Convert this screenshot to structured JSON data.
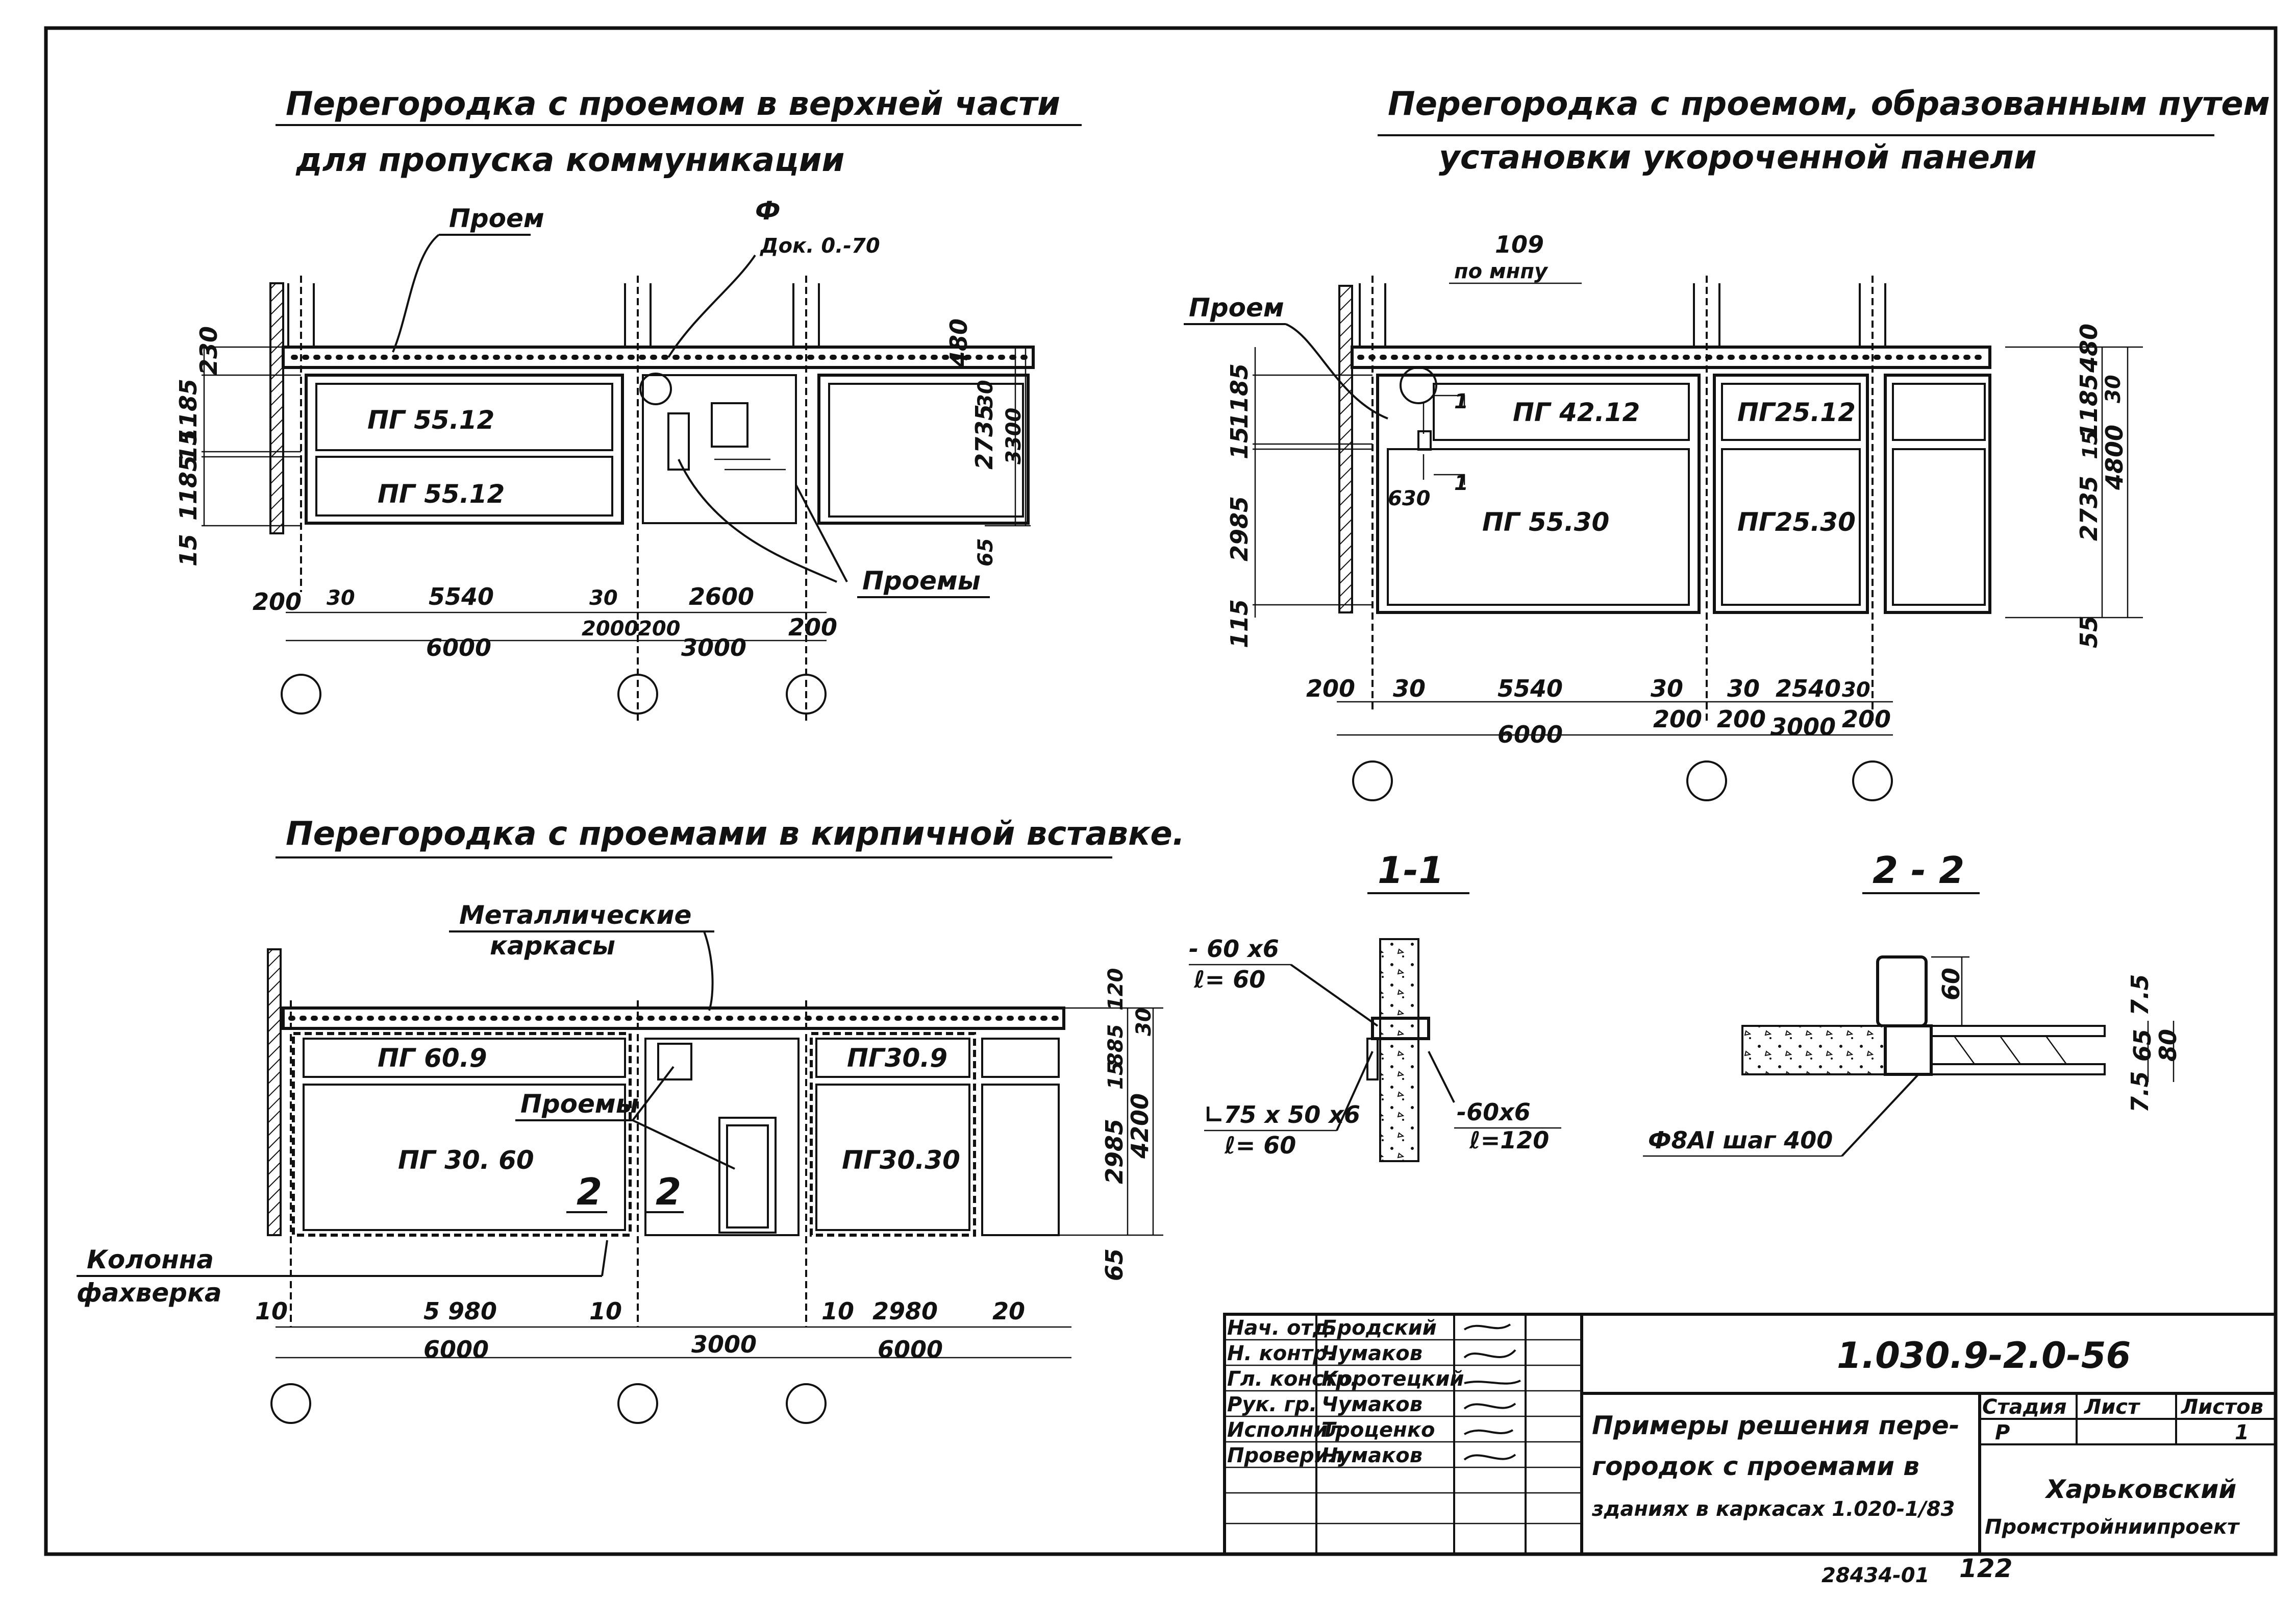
{
  "tl": {
    "title1": "Перегородка с проемом в верхней части",
    "title2": "для пропуска коммуникации",
    "proem": "Проем",
    "phi": "Ф",
    "dok": "Док. 0.-70",
    "panel_top": "ПГ 55.12",
    "panel_bot": "ПГ 55.12",
    "proemy": "Проемы",
    "v1": "230",
    "v2": "1185",
    "v3": "15",
    "v4": "1185",
    "v5": "15",
    "r1": "480",
    "r2": "30",
    "r3": "2735",
    "r4": "3300",
    "r5": "65",
    "d200": "200",
    "d30a": "30",
    "d5540": "5540",
    "d30b": "30",
    "d2600": "2600",
    "d2000": "2000",
    "d200b": "200",
    "d200c": "200",
    "d3000": "3000",
    "d6000": "6000"
  },
  "tr": {
    "title1": "Перегородка с проемом, образованным путем",
    "title2": "установки укороченной панели",
    "n109": "109",
    "pomnu": "по мнпу",
    "proem": "Проем",
    "p1": "ПГ 42.12",
    "p2": "ПГ25.12",
    "p3": "ПГ 55.30",
    "p4": "ПГ25.30",
    "m1": "1",
    "m2": "1",
    "d630": "630",
    "v1": "1185",
    "v2": "15",
    "v3": "2985",
    "v4": "115",
    "r1": "480",
    "r2": "30",
    "r3": "1185",
    "r4": "15",
    "r5": "2735",
    "r6": "4800",
    "r7": "55",
    "d200": "200",
    "d30": "30",
    "d5540": "5540",
    "d30b": "30",
    "d30c": "30",
    "d2540": "2540",
    "d30d": "30",
    "d200b": "200",
    "d200c": "200",
    "d3000": "3000",
    "d200d": "200",
    "d6000": "6000"
  },
  "bl": {
    "title": "Перегородка с проемами в кирпичной вставке.",
    "metal1": "Металлические",
    "metal2": "каркасы",
    "p1": "ПГ 60.9",
    "p2": "ПГ30.9",
    "p3": "ПГ 30. 60",
    "p4": "ПГ30.30",
    "proemy": "Проемы",
    "s2a": "2",
    "s2b": "2",
    "kolonna": "Колонна",
    "fahverka": "фахверка",
    "r1": "120",
    "r2": "30",
    "r3": "885",
    "r4": "15",
    "r5": "2985",
    "r6": "4200",
    "r7": "65",
    "d10a": "10",
    "d5980": "5 980",
    "d10b": "10",
    "d10c": "10",
    "d2980": "2980",
    "d20": "20",
    "d6000a": "6000",
    "d3000": "3000",
    "d6000b": "6000"
  },
  "s11": {
    "title": "1-1",
    "a1": "- 60 x6",
    "a2": "ℓ= 60",
    "b1": "∟75 x 50 x6",
    "b2": "ℓ= 60",
    "c1": "-60x6",
    "c2": "ℓ=120"
  },
  "s22": {
    "title": "2 - 2",
    "d60": "60",
    "d75a": "7.5",
    "d65": "65",
    "d80": "80",
    "d75b": "7.5",
    "rebar": "Ф8АI шаг 400"
  },
  "stamp": {
    "code": "1.030.9-2.0-56",
    "rows": [
      {
        "role": "Нач. отд.",
        "name": "Бродский"
      },
      {
        "role": "Н. контр.",
        "name": "Чумаков"
      },
      {
        "role": "Гл. констр.",
        "name": "Коротецкий"
      },
      {
        "role": "Рук. гр.",
        "name": "Чумаков"
      },
      {
        "role": "Исполнил",
        "name": "Троценко"
      },
      {
        "role": "Проверил",
        "name": "Чумаков"
      }
    ],
    "desc1": "Примеры решения пере-",
    "desc2": "городок с проемами в",
    "desc3": "зданиях в каркасах 1.020-1/83",
    "h_stage": "Стадия",
    "h_sheet": "Лист",
    "h_sheets": "Листов",
    "stage": "Р",
    "sheets": "1",
    "org1": "Харьковский",
    "org2": "Промстройниипроект",
    "bottom_num": "28434-01",
    "page": "122"
  }
}
